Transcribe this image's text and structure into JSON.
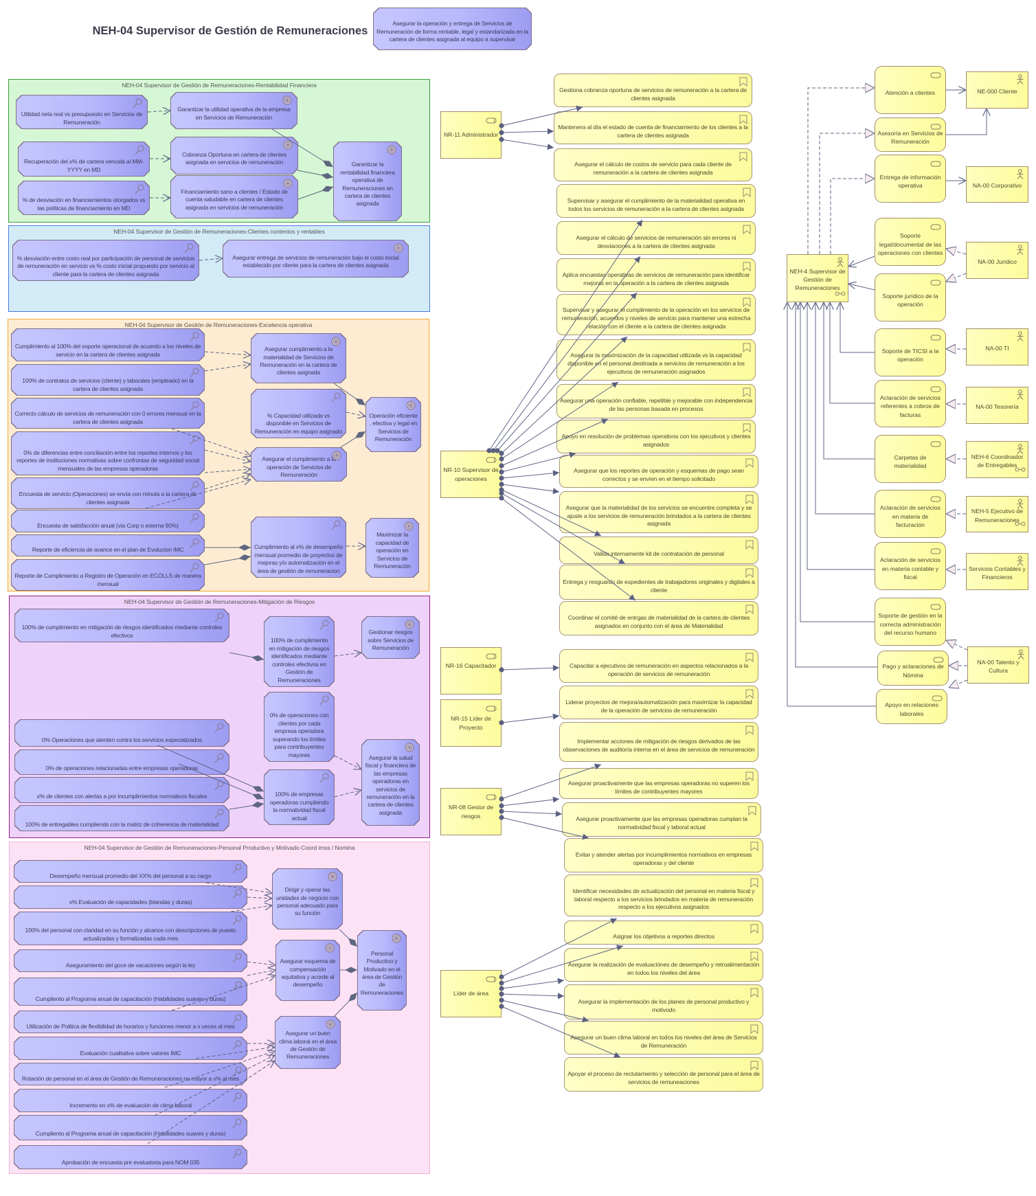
{
  "title": "NEH-04 Supervisor de Gestión de Remuneraciones",
  "top_goal": "Asegurar la operación y entrega de Servicios de Remuneración de forma rentable, legal y estandarizada en la cartera de clientes asignada al equipo a supervisar",
  "colors": {
    "goal_fill": "#b8b8fc",
    "responsibility_fill": "#ffffc0",
    "connector": "#5a6080"
  },
  "groups": [
    {
      "label": "NEH-04 Supervisor de Gestión de Remuneraciones-Rentabilidad Financiera",
      "elements": [
        {
          "kind": "kpi",
          "text": "Utilidad neta real vs presupuesto en Servicios de Remuneración"
        },
        {
          "kind": "goal",
          "text": "Garantizar la utilidad operativa de la empresa en Servicios de Remuneración"
        },
        {
          "kind": "kpi",
          "text": "Recuperación del x% de cartera vencida  al MM-YYYY en MD"
        },
        {
          "kind": "goal",
          "text": "Cobranza Oportuna en cartera de clientes asignada en servicios de remuneración"
        },
        {
          "kind": "kpi",
          "text": "% de desviación en financiamientos otorgados vs las políticas de financiamiento en MD"
        },
        {
          "kind": "goal",
          "text": "Financiamiento sano a clientes / Estado de cuenta saludable en cartera de clientes asignada en servicios de remuneración"
        },
        {
          "kind": "goal",
          "text": "Garantizar la rentabilidad financiera operativa de Remuneraciones en cartera de clientes asignada"
        }
      ]
    },
    {
      "label": "NEH-04 Supervisor de Gestión de Remuneraciones-Clientes contentos y rentables",
      "elements": [
        {
          "kind": "kpi",
          "text": "% desviación entre costo real por participación de personal de servicios de remuneración en servicio vs % costo inicial propuesto por servicio al cliente para la cartera de clientes asignada"
        },
        {
          "kind": "goal",
          "text": "Asegurar entrega de servicios de remuneración  bajo el costo inicial establecido por cliente para la cartera de clientes asignada"
        }
      ]
    },
    {
      "label": "NEH-04 Supervisor de Gestión de Remuneraciones-Excelencia operativa",
      "elements": [
        {
          "kind": "kpi",
          "text": "Cumplimiento al 100% del soporte operacional de acuerdo a los niveles de servicio en la cartera de clientes asignada"
        },
        {
          "kind": "kpi",
          "text": "100% de contratos de servicios (cliente) y laborales (empleado) en la cartera de clientes asignada"
        },
        {
          "kind": "kpi",
          "text": "Correcto cálculo de servicios de remuneración con 0 errores mensual en la cartera de clientes asignada"
        },
        {
          "kind": "kpi",
          "text": "0% de diferencias entre conciliación entre los reportes internos y los reportes de instituciones normativas sobre confrontas de seguridad social mensuales de las empresas operadoras"
        },
        {
          "kind": "kpi",
          "text": "Encuesta de servicio (Operaciones) se envía con minuta a la cartera de clientes asignada"
        },
        {
          "kind": "kpi",
          "text": "Encuesta de satisfacción anual (vía Corp o externa 90%)"
        },
        {
          "kind": "kpi",
          "text": "Reporte de eficiencia de avance en el plan de Evolucion IMC"
        },
        {
          "kind": "kpi",
          "text": "Reporte de Cumplimiento a Registro de Operación en ECOLLS de manera mensual"
        },
        {
          "kind": "goal",
          "text": "Asegurar cumplimiento a la materialidad de Servicios de Remuneración en la cartera de clientes asignada"
        },
        {
          "kind": "kpi",
          "text": "% Capacidad utilizada vs disponible en Servicios de Remuneración en equipo asignado"
        },
        {
          "kind": "goal",
          "text": "Asegurar el cumplimiento a la operación de Servicios de Remuneración"
        },
        {
          "kind": "goal",
          "text": "Operación eficiente , efectiva y legal en Servicios de Remuneración"
        },
        {
          "kind": "kpi",
          "text": "Cumplimiento al x% de desempeño mensual promedio de proyectos de mejoras y/o automatización en el área de gestión de remuneracion"
        },
        {
          "kind": "goal",
          "text": "Maximizar la capacidad de operación en Servicios de Remuneración"
        }
      ]
    },
    {
      "label": "NEH-04 Supervisor de Gestión de Remuneraciones-Mitigación de Riesgos",
      "elements": [
        {
          "kind": "kpi",
          "text": "100% de cumplimiento  en mitigación de riesgos identificados mediante controles efectivos"
        },
        {
          "kind": "kpi",
          "text": "100% de cumplimiento en mitigación de riesgos identificados mediante controles efectivos en Gestión de Remuneraciones"
        },
        {
          "kind": "goal",
          "text": "Gestionar riesgos sobre Servicios de Remuneración"
        },
        {
          "kind": "kpi",
          "text": "0% de operaciones con clientes por cada empresa operadora superando los límites para contribuyentes mayores"
        },
        {
          "kind": "kpi",
          "text": "0% Operaciones que atenten contra los servicios especializados"
        },
        {
          "kind": "kpi",
          "text": "0% de operaciones relacionadas entre empresas operadoras"
        },
        {
          "kind": "kpi",
          "text": "x% de clientes con alertas a por incumplimientos normativos fiscales"
        },
        {
          "kind": "kpi",
          "text": "100% de entregables cumpliendo con la matriz de coherencia de materialidad"
        },
        {
          "kind": "kpi",
          "text": "100% de empresas operadoras cumpliendo la normatividad fiscal actual"
        },
        {
          "kind": "goal",
          "text": "Asegurar la salud fiscal y financiera de las empresas operadoras en servicios de remuneración en la cartera de clientes asignada"
        }
      ]
    },
    {
      "label": "NEH-04 Supervisor de Gestión de Remuneraciones-Personal Productivo y Motivado Coord imss / Nomina",
      "elements": [
        {
          "kind": "kpi",
          "text": "Desempeño mensual promedio del XX% del personal a su cargo"
        },
        {
          "kind": "kpi",
          "text": "x% Evaluación de capacidades (blandas y duras)"
        },
        {
          "kind": "kpi",
          "text": "100% del personal con claridad en su función y alcance con descripciones de puesto actualizadas y formalizadas cada mes"
        },
        {
          "kind": "kpi",
          "text": "Aseguramiento del goce de vacaciones según la ley"
        },
        {
          "kind": "kpi",
          "text": "Cumpliento al Programa anual de capacitación (Habilidades suaves y duras)"
        },
        {
          "kind": "kpi",
          "text": "Utilización de Politica de flexibilidad de horarios y funciones menor a x veces al mes"
        },
        {
          "kind": "kpi",
          "text": "Evaluación cualitativa sobre valores IMC"
        },
        {
          "kind": "kpi",
          "text": "Rotación de personal en el área de Gestión de Remuneraciones no mayor a x% al mes"
        },
        {
          "kind": "kpi",
          "text": "Incremento en x% de evaluación de clima laboral"
        },
        {
          "kind": "kpi",
          "text": "Cumpliento al Programa anual de capacitación (Habilidades suaves y duras)"
        },
        {
          "kind": "kpi",
          "text": "Aprobación de encuesta pre evaluatoria para NOM 035"
        },
        {
          "kind": "goal",
          "text": "Dirigir y operar las unidades de negocio con personal adecuado para su función"
        },
        {
          "kind": "goal",
          "text": "Asegurar esquema de compensación equitativa y acorde al desempeño"
        },
        {
          "kind": "goal",
          "text": "Asegurar un buen clima laboral en el área de Gestión de Remuneraciones"
        },
        {
          "kind": "goal",
          "text": "Personal Productivo y Motivado en el área de Gestión de Remuneraciones"
        }
      ]
    }
  ],
  "roles": [
    "NR-11 Administrador",
    "NR-10 Supervisor de operaciones",
    "NR-16 Capacitador",
    "NR-15 Líder de Proyecto",
    "NR-08 Gestor de riesgos",
    "Líder de área"
  ],
  "responsibilities": [
    "Gestiona cobranza oportuna de servicios de remuneración a la cartera de clientes asignada",
    "Mantenera al día el estado de cuenta de financiamiento de los clientes a la cartera de clientes asignada",
    "Asegurar el cálculo de costos de servicio para cada cliente de remuneración a la cartera de clientes asignada",
    "Supervisar y asegurar el cumplimiento de la materialidad operativa en todos los servicios de remuneración a la cartera de clientes asignada",
    "Asegurar el cálculo de servicios de remuneración sin errores ni desviaciones  a la cartera de clientes asignada",
    "Aplica encuestas operativas de servicios de remuneración para identificar mejoras en la operación  a la cartera de clientes asignada",
    "Supervisar y asegurar el cumplimiento de la operación en los servicios de remuneración, acuerdos y niveles de servicio para mantener una estrecha relación con el cliente  a la cartera de clientes asignada",
    "Asegurar la maximización de la capacidad utilizada vs la capacidad disponible en el personal destinada a servicios de remuneración a los ejecutivos de remuneración asignados",
    "Asegurar una operación confiable, repetible y mejorable con independencia de las personas basada en procesos",
    "Apoyo en resolución de problemas operativos con los ejecutivos y clientes asignados",
    "Asegurar que los reportes de operación y esquemas de pago sean correctos y se envíen en el tiempo solicitado",
    "Asegurar que la materialidad de los servicios se encuentre completa y se ajuste a los servicios de remuneración brindados a la cartera de clientes asignada",
    "Valida internamente kit de contratación de personal",
    "Entrega y resguardo de expedientes de trabajadores originales y digitales a cliente",
    "Coordinar el comité de entrgas de materialidad de la cartera de clientes asignados en conjunto con el área de Materialidad",
    "Capacitar a ejecutivos de remuneración en aspectos relacionados a la operación de servicios de remuneración",
    "Liderar proyectos de mejora/automatización para maximizar la capacidad de la operación de servicios de remuneración",
    "Implementar acciones de mitigación de riesgos derivados de las observaciones de auditoría interna en el área de servicios de remuneración",
    "Asegurar proactivamente que las empresas operadoras no superen los límites de contribuyentes mayores",
    "Asegurar proactivamente que las empresas operadoras cumplan la normatividad fiscal y laboral actual",
    "Evitar y atender alertas por incumplimientos normativos en empresas operadoras y del cliente",
    "Identificar necesidades de actualización del personal en materia fiscal y laboral respecto a los servicios brindados en materia de remuneración respecto a los ejecutivos asignados",
    "Asignar los objetivos a reportes directos",
    "Asegurar la realización de evaluaciónes de desempeño y retroalimentación en todos los niveles del área",
    "Asegurar la implementación de los planes de personal productivo y motivodo",
    "Asegurar un buen clima laboral en todos los niveles del área de Servicios de Remuneración",
    "Apoyar el proceso de reclutamiento y selección de personal para el área de servicios de remuneaciones"
  ],
  "context": {
    "main_actor": "NEH-4 Supervisor de Gestión de Remuneraciones",
    "services": [
      "Atención a clientes",
      "Asesoría en Servicios de Remuneración",
      "Entrega de información operativa",
      "Soporte legal/documental de las operaciones con clientes",
      "Soporte jurídico de la operación",
      "Soporte de TICSI a la operación",
      "Aclaración de servicios referentes a cobros de facturas",
      "Carpetas de materialidad",
      "Aclaración de servicios en materia de facturación",
      "Aclaración de servicios en materia contable y fiscal",
      "Soporte de gestión en la correcta administración del recurso humano",
      "Pago y aclaraciones de Nómina",
      "Apoyo en relaciones laborales"
    ],
    "external_actors": [
      "NE-000 Cliente",
      "NA-00 Corporativo",
      "NA-00 Jurídico",
      "NA-00 TI",
      "NA-00 Tesorería",
      "NEH-6 Coordinador de Entregables",
      "NEH-5 Ejecutivo de Remuneraciones",
      "Servicios Contables y Financieros",
      "NA-00 Talento y Cultura"
    ]
  }
}
